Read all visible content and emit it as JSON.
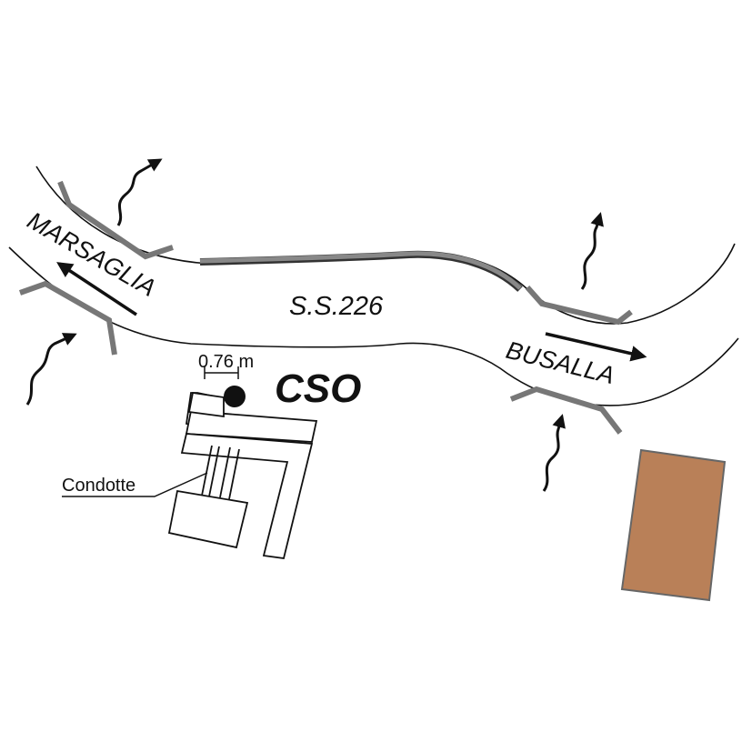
{
  "labels": {
    "road": "S.S.226",
    "direction_left": "MARSAGLIA",
    "direction_right": "BUSALLA",
    "overflow": "CSO",
    "distance": "0.76 m",
    "pipes": "Condotte"
  },
  "colors": {
    "lines": "#111111",
    "walls": "#777777",
    "house_fill": "#b98058",
    "house_stroke": "#666666"
  }
}
